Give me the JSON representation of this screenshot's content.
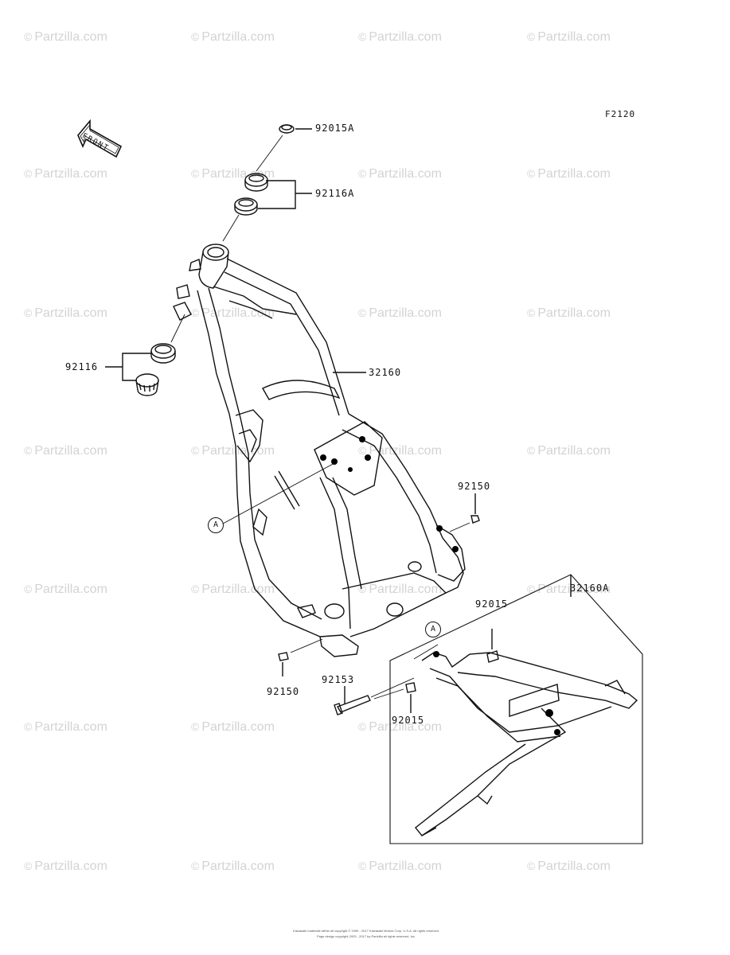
{
  "figure_code": "F2120",
  "front_arrow_label": "FRONT",
  "watermark": "Partzilla.com",
  "watermark_symbol": "©",
  "parts": {
    "p92015A": "92015A",
    "p92116A": "92116A",
    "p92116": "92116",
    "p32160": "32160",
    "p92150_right": "92150",
    "p92150_left": "92150",
    "p92153": "92153",
    "p32160A": "32160A",
    "p92015_top": "92015",
    "p92015_bottom": "92015"
  },
  "ref_marker": "A",
  "footer": {
    "line1": "Kawasaki materials within all copyright © 1999 - 2017 Kawasaki Motors Corp. U.S.A. All rights reserved.",
    "line2": "Page design copyright 2003 - 2017 by Partzilla all rights reserved, Inc."
  }
}
